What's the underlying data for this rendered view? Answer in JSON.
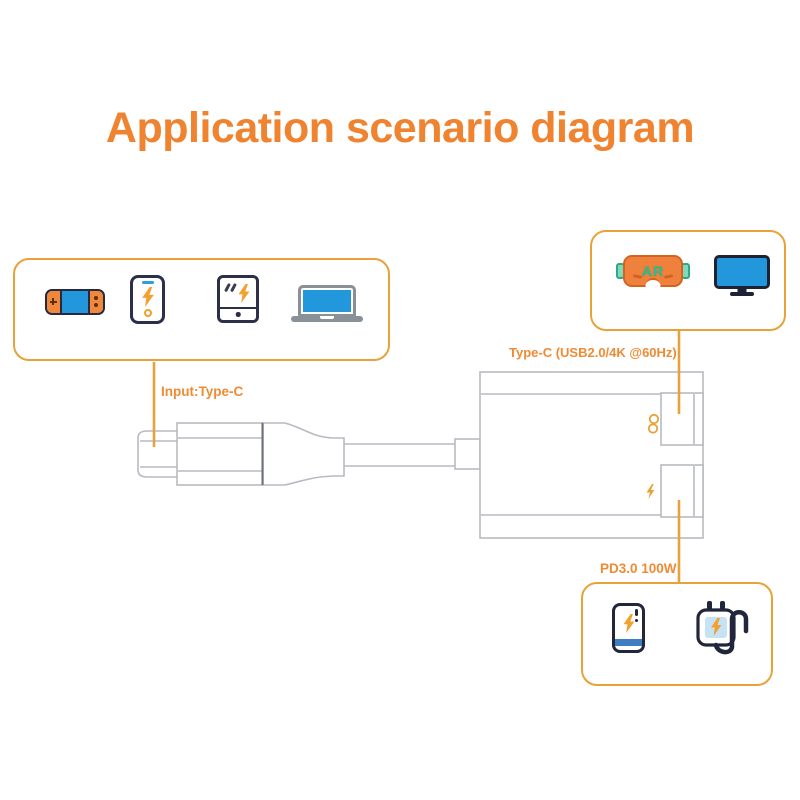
{
  "title": "Application scenario diagram",
  "labels": {
    "input": "Input:Type-C",
    "video_output": "Type-C (USB2.0/4K @60Hz)",
    "power_input": "PD3.0 100W"
  },
  "ar_glasses_text": "AR",
  "icons": {
    "source_devices": [
      "game-console",
      "smartphone-charging",
      "tablet-charging",
      "laptop"
    ],
    "display_devices": [
      "ar-glasses",
      "monitor"
    ],
    "power_devices": [
      "power-bank",
      "wall-charger"
    ],
    "port_markers": [
      "glasses-marker",
      "lightning-marker"
    ]
  },
  "colors": {
    "title_orange": "#EF8330",
    "connector_gold": "#E9A23B",
    "label_orange": "#F08A33",
    "outline_navy": "#252A41",
    "screen_blue": "#2397DC",
    "bolt_orange": "#F2A130",
    "ar_orange": "#F0813C",
    "ar_green": "#2EBD8C",
    "drawing_gray": "#B7BAC0"
  }
}
